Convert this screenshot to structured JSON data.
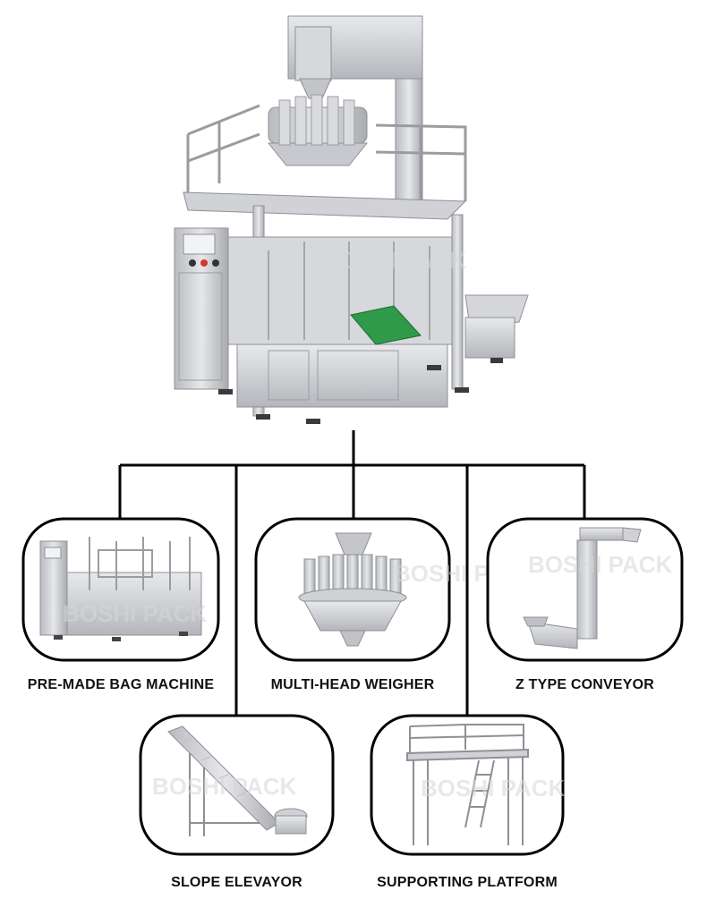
{
  "watermark": "BOSHI PACK",
  "components": [
    {
      "id": "pre-made-bag-machine",
      "label": "PRE-MADE BAG MACHINE"
    },
    {
      "id": "multi-head-weigher",
      "label": "MULTI-HEAD WEIGHER"
    },
    {
      "id": "z-type-conveyor",
      "label": "Z TYPE CONVEYOR"
    },
    {
      "id": "slope-elevayor",
      "label": "SLOPE ELEVAYOR"
    },
    {
      "id": "supporting-platform",
      "label": "SUPPORTING PLATFORM"
    }
  ],
  "colors": {
    "line": "#000000",
    "steel": "#c9cbd0",
    "steel_dark": "#8e9096",
    "belt": "#2f9a4a",
    "button_red": "#d33a2c"
  }
}
